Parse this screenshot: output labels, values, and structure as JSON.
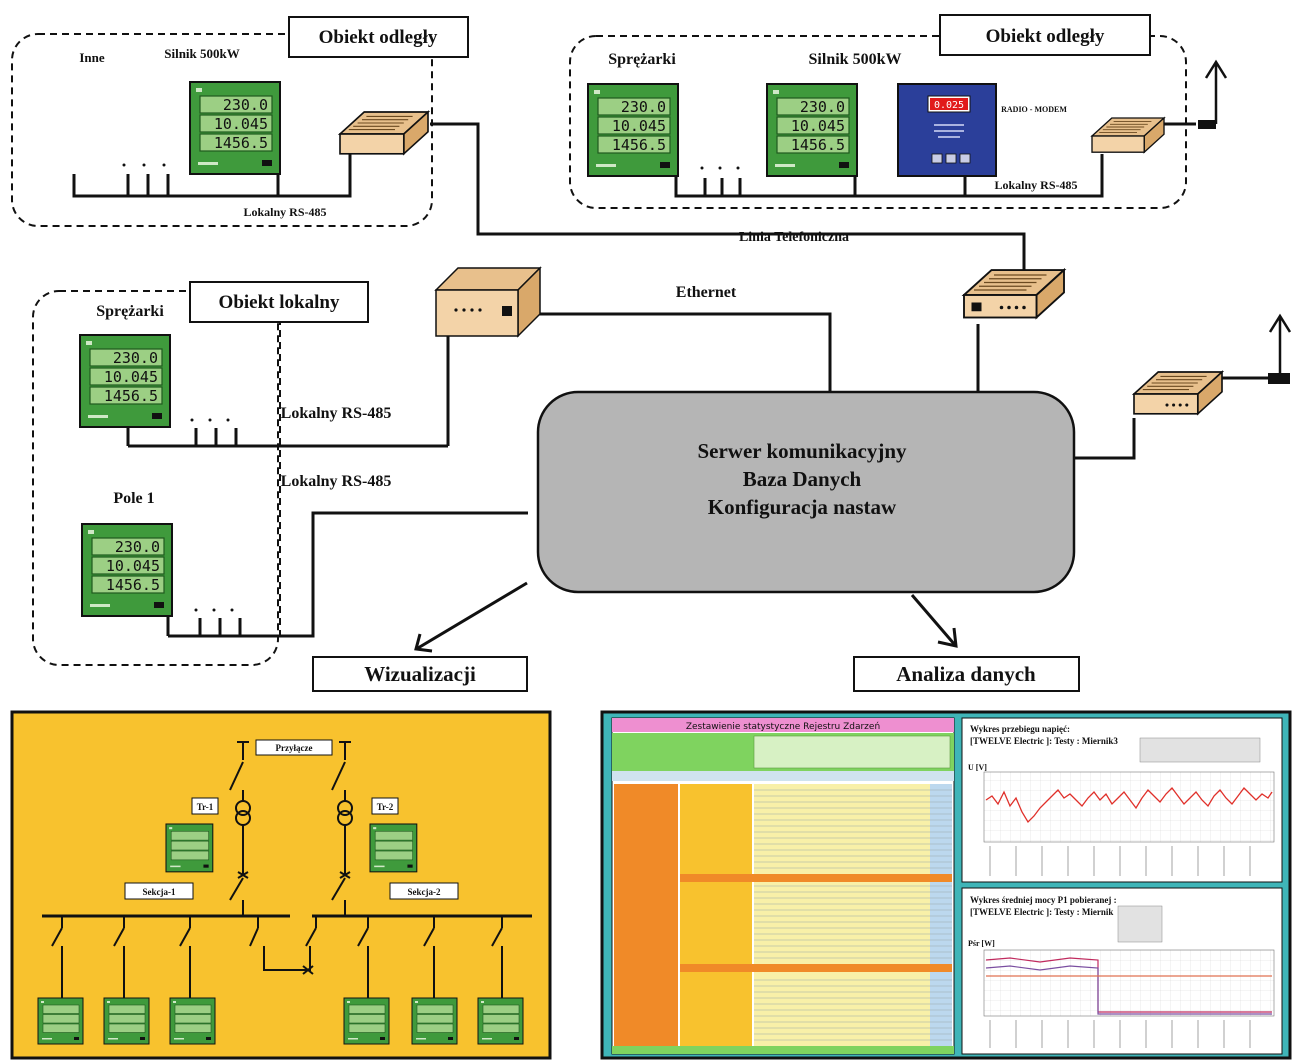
{
  "boxes": {
    "remote_left_title": "Obiekt odległy",
    "remote_right_title": "Obiekt odległy",
    "local_title": "Obiekt lokalny",
    "visualization": "Wizualizacji",
    "analysis": "Analiza danych"
  },
  "labels": {
    "inne": "Inne",
    "silnik_left": "Silnik 500kW",
    "sprezarki_right": "Sprężarki",
    "silnik_right": "Silnik 500kW",
    "radio_modem": "RADIO - MODEM",
    "rs485_left": "Lokalny RS-485",
    "rs485_right": "Lokalny RS-485",
    "linia": "Linia Telefoniczna",
    "ethernet": "Ethernet",
    "sprezarki_local": "Sprężarki",
    "pole": "Pole 1",
    "rs485_local_1": "Lokalny RS-485",
    "rs485_local_2": "Lokalny RS-485"
  },
  "meter": {
    "line1": "230.0",
    "line2": "10.045",
    "line3": "1456.5"
  },
  "controller": {
    "display": "0.025"
  },
  "server": {
    "line1": "Serwer komunikacyjny",
    "line2": "Baza Danych",
    "line3": "Konfiguracja nastaw"
  },
  "scada": {
    "przylacze": "Przyłącze",
    "tr1": "Tr-1",
    "tr2": "Tr-2",
    "sekcja1": "Sekcja-1",
    "sekcja2": "Sekcja-2"
  },
  "analysis_screen": {
    "table_title": "Zestawienie statystyczne Rejestru Zdarzeń",
    "chart1_title": "Wykres przebiegu napięć:",
    "chart1_sub": "[TWELVE Electric ]: Testy : Miernik3",
    "chart1_ylabel": "U [V]",
    "chart2_title": "Wykres średniej mocy P1 pobieranej :",
    "chart2_sub": "[TWELVE Electric ]: Testy : Miernik",
    "chart2_ylabel": "Pśr [W]"
  },
  "colors": {
    "meter_green": "#3f9a3c",
    "meter_lcd": "#9ccf84",
    "server_gray": "#b5b5b5",
    "scada_bg": "#f8c22e",
    "analysis_bg": "#3fb5b8",
    "modem_tan": "#f3d3a8"
  }
}
